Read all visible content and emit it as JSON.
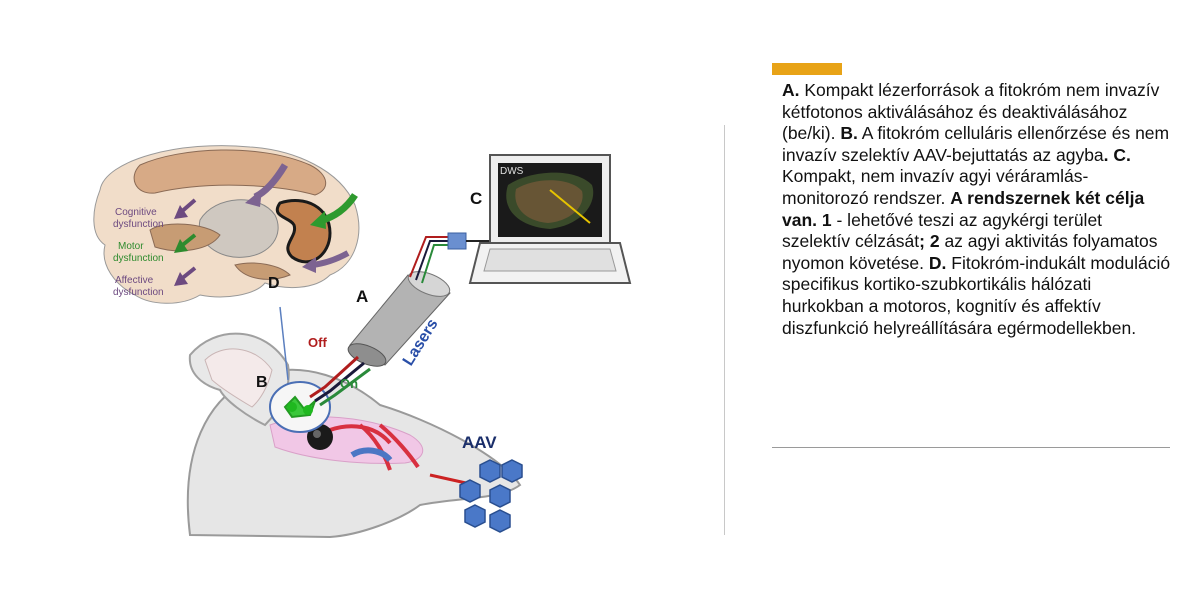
{
  "diagram": {
    "label_a": "A",
    "label_b": "B",
    "label_c": "C",
    "label_d": "D",
    "lasers": "Lasers",
    "off": "Off",
    "on": "On",
    "aav": "AAV",
    "dws": "DWS",
    "cognitive": [
      "Cognitive",
      "dysfunction"
    ],
    "motor": [
      "Motor",
      "dysfunction"
    ],
    "affective": [
      "Affective",
      "dysfunction"
    ]
  },
  "caption": {
    "a_label": "A.",
    "a_text": " Kompakt lézerforrások a fitokróm nem invazív kétfotonos aktiválásához és deaktiválásához (be/ki). ",
    "b_label": "B.",
    "b_text": " A fitokróm celluláris ellenőrzése és nem invazív szelektív AAV-bejuttatás az agyba",
    "c_label": ". C.",
    "c_text": " Kompakt, nem invazív agyi véráramlás-monitorozó rendszer. ",
    "goal_text": "A rendszernek két célja van. 1",
    "one_text": " - lehetővé teszi az agykérgi terület szelektív célzását",
    "two_label": "; 2",
    "two_text": " az agyi aktivitás folyamatos nyomon követése. ",
    "d_label": "D.",
    "d_text": " Fitokróm-indukált moduláció specifikus kortiko-szubkortikális hálózati hurkokban a motoros, kognitív és affektív diszfunkció helyreállítására egérmodellekben."
  },
  "colors": {
    "accent": "#e8a317",
    "off_wire": "#b01d1d",
    "on_wire": "#2a8a3a",
    "laser_text": "#2a4fa8",
    "cognitive": "#6d4a80",
    "motor": "#2e8b2e",
    "affective": "#6d4a80"
  }
}
